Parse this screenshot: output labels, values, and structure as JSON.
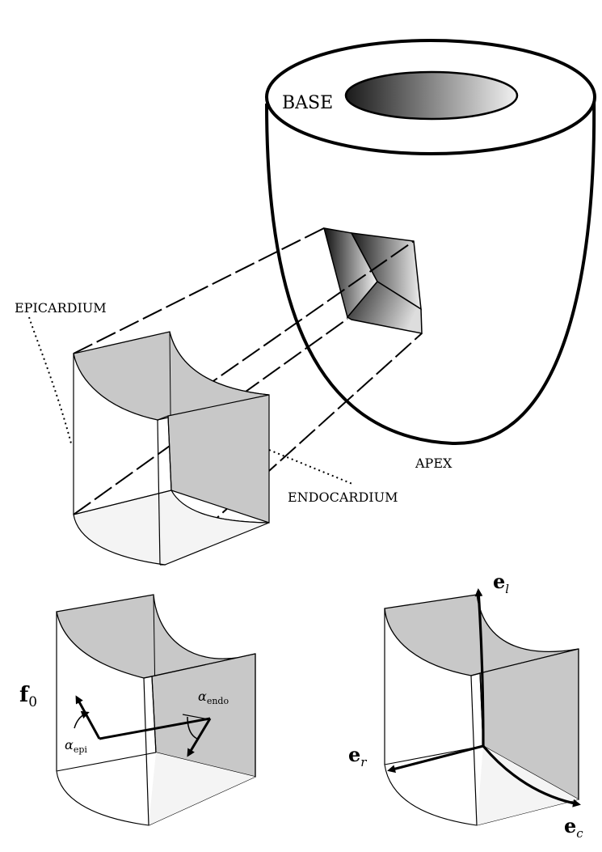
{
  "labels": {
    "base": "BASE",
    "apex": "APEX",
    "epicardium": "EPICARDIUM",
    "endocardium": "ENDOCARDIUM",
    "f0_main": "f",
    "f0_sub": "0",
    "alpha_epi_main": "α",
    "alpha_epi_sub": "epi",
    "alpha_endo_main": "α",
    "alpha_endo_sub": "endo",
    "el_main": "e",
    "el_sub": "l",
    "er_main": "e",
    "er_sub": "r",
    "ec_main": "e",
    "ec_sub": "c"
  },
  "colors": {
    "stroke": "#000000",
    "face_gray": "#c8c8c8",
    "face_light": "#f4f4f4",
    "base_gradient_dark": "#1a1a1a",
    "base_gradient_light": "#f2f2f2"
  }
}
